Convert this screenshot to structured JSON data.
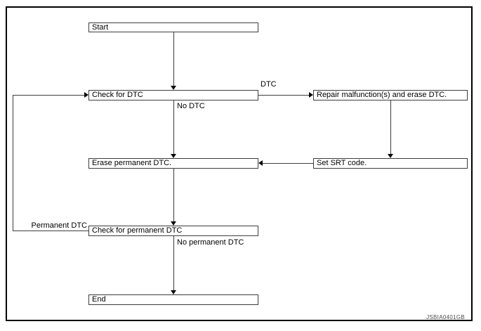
{
  "diagram": {
    "type": "flowchart",
    "nodes": {
      "start": "Start",
      "check_dtc": "Check for DTC",
      "repair": "Repair malfunction(s) and erase DTC.",
      "set_srt": "Set SRT code.",
      "erase_permanent": "Erase permanent DTC.",
      "check_permanent": "Check for permanent DTC",
      "end": "End"
    },
    "edges": [
      {
        "from": "Start",
        "to": "Check for DTC",
        "label": ""
      },
      {
        "from": "Check for DTC",
        "to": "Repair malfunction(s) and erase DTC.",
        "label": "DTC"
      },
      {
        "from": "Check for DTC",
        "to": "Erase permanent DTC.",
        "label": "No DTC"
      },
      {
        "from": "Repair malfunction(s) and erase DTC.",
        "to": "Set SRT code.",
        "label": ""
      },
      {
        "from": "Set SRT code.",
        "to": "Erase permanent DTC.",
        "label": ""
      },
      {
        "from": "Erase permanent DTC.",
        "to": "Check for permanent DTC",
        "label": ""
      },
      {
        "from": "Check for permanent DTC",
        "to": "Check for DTC",
        "label": "Permanent DTC"
      },
      {
        "from": "Check for permanent DTC",
        "to": "End",
        "label": "No permanent DTC"
      }
    ],
    "watermark": "JSBIA0401GB"
  },
  "colors": {
    "background": "#ffffff",
    "frame": "#000000",
    "node_border": "#3d3d3d",
    "line": "#3d3d3d",
    "arrow": "#0a0a0a",
    "text": "#000000",
    "watermark": "#4a4a4a"
  }
}
